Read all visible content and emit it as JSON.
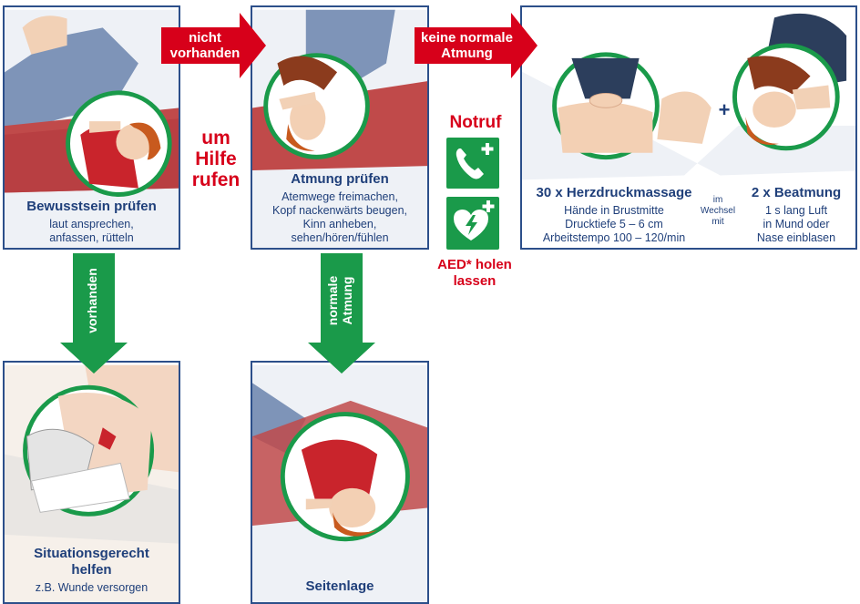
{
  "panels": {
    "consciousness": {
      "title": "Bewusstsein prüfen",
      "text": "laut ansprechen,\nanfassen, rütteln"
    },
    "breathing": {
      "title": "Atmung prüfen",
      "text": "Atemwege freimachen,\nKopf nackenwärts beugen,\nKinn anheben,\nsehen/hören/fühlen"
    },
    "cpr": {
      "massage_title": "30 x Herzdruckmassage",
      "massage_text": "Hände in Brustmitte\nDrucktiefe 5 – 6 cm\nArbeitstempo 100 – 120/min",
      "alternate_text": "im\nWechsel\nmit",
      "ventilation_title": "2 x Beatmung",
      "ventilation_text": "1 s lang Luft\nin Mund oder\nNase einblasen",
      "plus": "+"
    },
    "situation": {
      "title": "Situationsgerecht\nhelfen",
      "text": "z.B. Wunde versorgen"
    },
    "recovery": {
      "title": "Seitenlage"
    }
  },
  "arrows": {
    "not_present": "nicht\nvorhanden",
    "no_normal_breathing": "keine normale\nAtmung",
    "present": "vorhanden",
    "normal_breathing": "normale\nAtmung"
  },
  "labels": {
    "call_help": "um\nHilfe\nrufen",
    "emergency_call": "Notruf",
    "aed": "AED* holen\nlassen"
  },
  "icons": [
    "emergency-phone-icon",
    "aed-heart-icon"
  ],
  "colors": {
    "brand_red": "#d7001a",
    "brand_green": "#1a9a4a",
    "navy": "#1f3f7a",
    "frame": "#2c4f8a"
  }
}
